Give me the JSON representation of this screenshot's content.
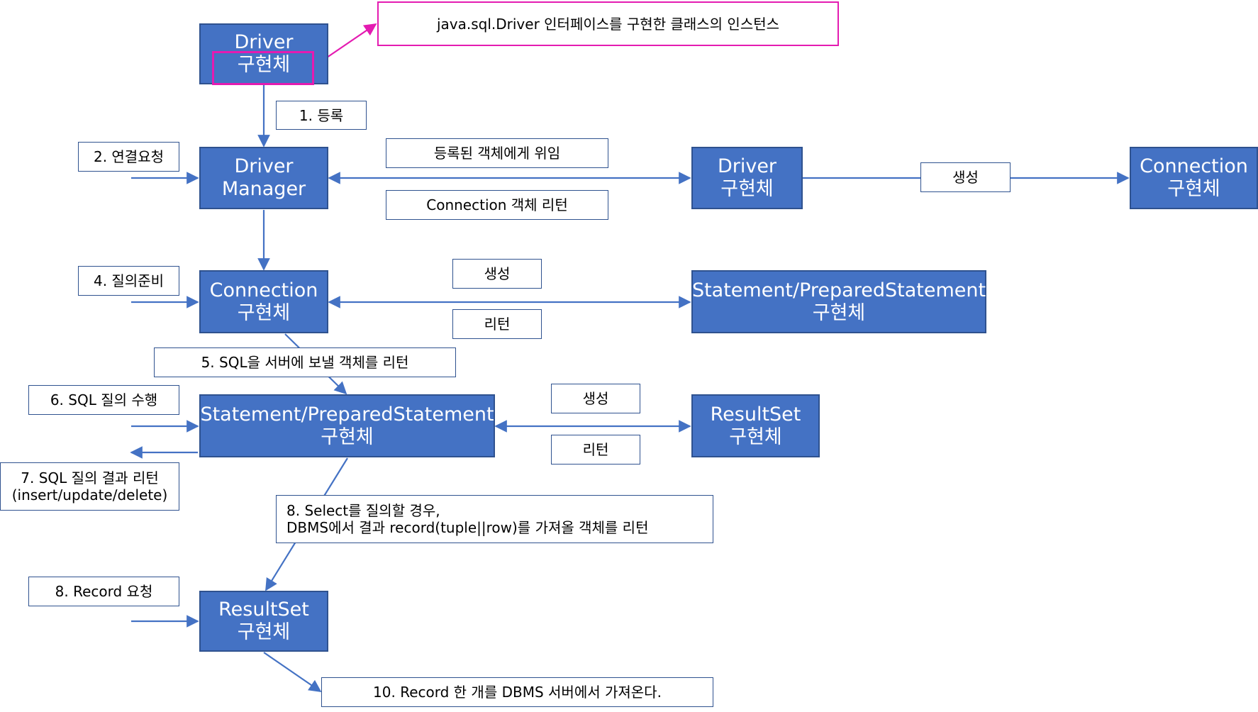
{
  "colors": {
    "node_fill": "#4472c4",
    "node_border": "#2f528f",
    "arrow": "#4472c4",
    "highlight": "#e41bb1"
  },
  "nodes": {
    "driver_top": {
      "line1": "Driver",
      "line2": "구현체"
    },
    "driver_manager": {
      "line1": "Driver",
      "line2": "Manager"
    },
    "driver_right": {
      "line1": "Driver",
      "line2": "구현체"
    },
    "connection_right": {
      "line1": "Connection",
      "line2": "구현체"
    },
    "connection_mid": {
      "line1": "Connection",
      "line2": "구현체"
    },
    "statement_right": {
      "line1": "Statement/PreparedStatement",
      "line2": "구현체"
    },
    "statement_mid": {
      "line1": "Statement/PreparedStatement",
      "line2": "구현체"
    },
    "resultset_right": {
      "line1": "ResultSet",
      "line2": "구현체"
    },
    "resultset_bottom": {
      "line1": "ResultSet",
      "line2": "구현체"
    }
  },
  "labels": {
    "callout_driver": "java.sql.Driver 인터페이스를 구현한 클래스의 인스턴스",
    "step1_register": "1. 등록",
    "step2_connect": "2. 연결요청",
    "delegate": "등록된 객체에게 위임",
    "conn_return": "Connection 객체 리턴",
    "create_conn": "생성",
    "step4_prepare": "4. 질의준비",
    "create_stmt": "생성",
    "return_stmt": "리턴",
    "step5": "5. SQL을 서버에 보낼 객체를 리턴",
    "step6": "6. SQL 질의 수행",
    "create_rs": "생성",
    "return_rs": "리턴",
    "step7_line1": "7. SQL 질의 결과 리턴",
    "step7_line2": "(insert/update/delete)",
    "step8_select_line1": "8. Select를 질의할 경우,",
    "step8_select_line2": "DBMS에서 결과 record(tuple||row)를 가져올 객체를 리턴",
    "step8_record": "8. Record 요청",
    "step10": "10. Record 한 개를 DBMS 서버에서 가져온다."
  }
}
